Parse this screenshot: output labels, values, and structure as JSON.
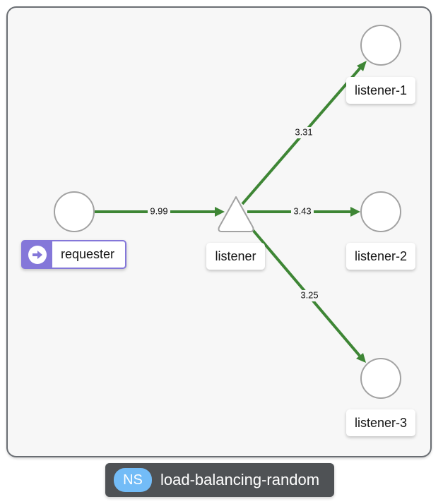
{
  "graph": {
    "nodes": {
      "requester": {
        "label": "requester",
        "icon": "arrow-right-circle-icon"
      },
      "listener": {
        "label": "listener"
      },
      "listener1": {
        "label": "listener-1"
      },
      "listener2": {
        "label": "listener-2"
      },
      "listener3": {
        "label": "listener-3"
      }
    },
    "edges": [
      {
        "id": "requester-listener",
        "from": "requester",
        "to": "listener",
        "value": "9.99"
      },
      {
        "id": "listener-listener1",
        "from": "listener",
        "to": "listener1",
        "value": "3.31"
      },
      {
        "id": "listener-listener2",
        "from": "listener",
        "to": "listener2",
        "value": "3.43"
      },
      {
        "id": "listener-listener3",
        "from": "listener",
        "to": "listener3",
        "value": "3.25"
      }
    ],
    "edge_color": "#3e8635",
    "requester_accent": "#8477d9"
  },
  "namespace": {
    "badge": "NS",
    "name": "load-balancing-random",
    "badge_color": "#73bcf7"
  }
}
